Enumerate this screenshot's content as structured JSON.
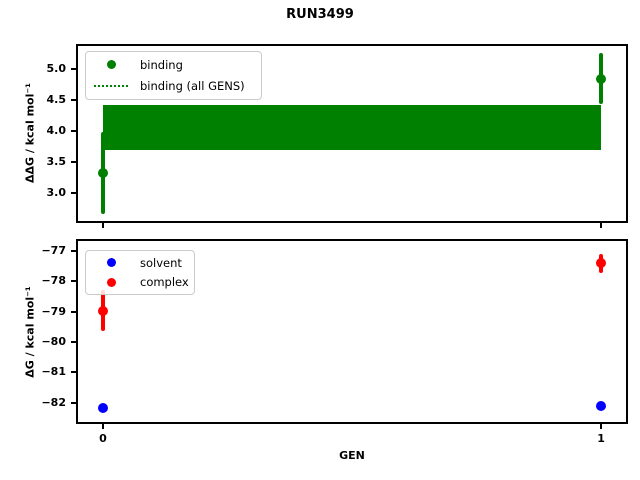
{
  "figure": {
    "title": "RUN3499"
  },
  "chart_data": [
    {
      "type": "scatter",
      "title": "",
      "ylabel": "ΔΔG / kcal mol⁻¹",
      "xlabel": "",
      "xlim": [
        -0.05,
        1.05
      ],
      "ylim": [
        2.55,
        5.38
      ],
      "yticks": [
        3.0,
        3.5,
        4.0,
        4.5,
        5.0
      ],
      "ytick_labels": [
        "3.0",
        "3.5",
        "4.0",
        "4.5",
        "5.0"
      ],
      "xticks": [
        0,
        1
      ],
      "xtick_labels": [],
      "grid": false,
      "legend_position": "upper left",
      "legend": [
        "binding",
        "binding (all GENS)"
      ],
      "band": {
        "label": "binding (all GENS)",
        "color": "#008000",
        "x": [
          0,
          1
        ],
        "lo": 3.7,
        "hi": 4.43,
        "center": 4.06,
        "line_style": "dotted"
      },
      "series": [
        {
          "name": "binding",
          "color": "#008000",
          "marker": "circle",
          "x": [
            0,
            1
          ],
          "y": [
            3.33,
            4.85
          ],
          "yerr": [
            0.66,
            0.41
          ]
        }
      ]
    },
    {
      "type": "scatter",
      "title": "",
      "ylabel": "ΔG / kcal mol⁻¹",
      "xlabel": "GEN",
      "xlim": [
        -0.05,
        1.05
      ],
      "ylim": [
        -82.64,
        -76.67
      ],
      "yticks": [
        -77,
        -78,
        -79,
        -80,
        -81,
        -82
      ],
      "ytick_labels": [
        "−77",
        "−78",
        "−79",
        "−80",
        "−81",
        "−82"
      ],
      "xticks": [
        0,
        1
      ],
      "xtick_labels": [
        "0",
        "1"
      ],
      "grid": false,
      "legend_position": "upper left",
      "legend": [
        "solvent",
        "complex"
      ],
      "series": [
        {
          "name": "solvent",
          "color": "#0000ff",
          "marker": "circle",
          "x": [
            0,
            1
          ],
          "y": [
            -82.18,
            -82.12
          ],
          "yerr": [
            0.12,
            0.12
          ]
        },
        {
          "name": "complex",
          "color": "#ff0000",
          "marker": "circle",
          "x": [
            0,
            1
          ],
          "y": [
            -78.97,
            -77.4
          ],
          "yerr": [
            0.68,
            0.31
          ]
        }
      ]
    }
  ]
}
